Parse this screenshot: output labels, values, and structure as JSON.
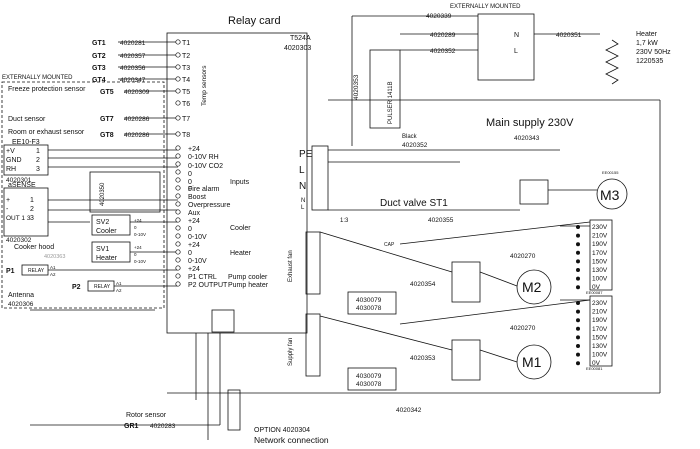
{
  "title": "Relay card",
  "top_right": "EXTERNALLY MOUNTED",
  "card_model": "T524A",
  "card_part": "4020303",
  "sensors": [
    {
      "tag": "GT1",
      "part": "4020281",
      "term": "T1"
    },
    {
      "tag": "GT2",
      "part": "4020357",
      "term": "T2"
    },
    {
      "tag": "GT3",
      "part": "4020356",
      "term": "T3"
    },
    {
      "tag": "GT4",
      "part": "4020347",
      "term": "T4"
    },
    {
      "tag": "GT5",
      "part": "4020309",
      "term": "T5"
    },
    {
      "tag": "GT7",
      "part": "4020286",
      "term": "T7"
    },
    {
      "tag": "GT8",
      "part": "4020286",
      "term": "T8"
    }
  ],
  "t6": "T6",
  "temp_sensors_label": "Temp sensors",
  "ext_mounted": "EXTERNALLY MOUNTED",
  "freeze_sensor": "Freeze protection sensor",
  "duct_sensor": "Duct sensor",
  "room_sensor": "Room or exhaust sensor",
  "ee10": {
    "name": "EE10-F3",
    "pins": [
      "+V",
      "GND",
      "RH"
    ],
    "nums": [
      "1",
      "2",
      "3"
    ],
    "part": "4020301"
  },
  "asense": {
    "name": "aSENSE",
    "pins": [
      "+",
      "-",
      "OUT 1 3"
    ],
    "nums": [
      "1",
      "2",
      "3"
    ],
    "part": "4020302"
  },
  "inputs_terms": [
    "+24",
    "0-10V RH",
    "0-10V CO2",
    "0",
    "0",
    "0",
    "Fire alarm",
    "Boost",
    "Overpressure",
    "Aux"
  ],
  "inputs_label": "Inputs",
  "sens_part": "4020350",
  "cooler": {
    "name": "SV2",
    "sub": "Cooler",
    "label": "Cooler",
    "small": [
      "+24",
      "0",
      "0-10V"
    ],
    "terms": [
      "+24",
      "0",
      "0-10V"
    ]
  },
  "heater": {
    "name": "SV1",
    "sub": "Heater",
    "label": "Heater",
    "small": [
      "+24",
      "0",
      "0-10V"
    ],
    "terms": [
      "+24",
      "0",
      "0-10V"
    ]
  },
  "cooker_hood": {
    "label": "Cooker hood",
    "part": "4020363"
  },
  "pumps": [
    {
      "tag": "P1",
      "relay": "RELAY",
      "a1": "A1",
      "a2": "A2"
    },
    {
      "tag": "P2",
      "relay": "RELAY",
      "a1": "A1",
      "a2": "A2"
    }
  ],
  "pump_terms": [
    "+24",
    "P1 CTRL",
    "P2 OUTPUT"
  ],
  "pump_labels": [
    "Pump cooler",
    "Pump heater"
  ],
  "antenna": {
    "label": "Antenna",
    "part": "4020306"
  },
  "rotor": {
    "label": "Rotor sensor",
    "tag": "GR1",
    "part": "4020283"
  },
  "option": {
    "label": "OPTION 4020304",
    "net": "Network connection"
  },
  "bottom_cable": "4020342",
  "heater_ext": {
    "cables": [
      "4020339",
      "4020289",
      "4020352"
    ],
    "cable_out": "4020351",
    "n": "N",
    "l": "L",
    "text": [
      "Heater",
      "1,7 kW",
      "230V 50Hz",
      "1220535"
    ]
  },
  "pulser": {
    "label": "PULSER 1411B"
  },
  "cable_4020353": "4020353",
  "mains": {
    "label": "Main supply 230V",
    "cable": "4020343",
    "black": "Black",
    "black_part": "4020352",
    "terms": [
      "PE",
      "L",
      "N",
      "N",
      "L"
    ]
  },
  "duct_valve": {
    "label": "Duct valve ST1",
    "cable": "4020355",
    "n13": "1:3",
    "cap": "CAP"
  },
  "m3": {
    "label": "M3",
    "code": "EE00155"
  },
  "exhaust": {
    "label": "Exhaust fan",
    "cable_a": "4020270",
    "cable_b": "4020354",
    "parts": [
      "4030079",
      "4030078"
    ],
    "code": "EE00087"
  },
  "supply": {
    "label": "Supply fan",
    "cable_a": "4020270",
    "cable_b": "4020353",
    "parts": [
      "4030079",
      "4030078"
    ],
    "code": "EE00081"
  },
  "m2": "M2",
  "m1": "M1",
  "taps": [
    "230V",
    "210V",
    "190V",
    "170V",
    "150V",
    "130V",
    "100V",
    "0V"
  ]
}
